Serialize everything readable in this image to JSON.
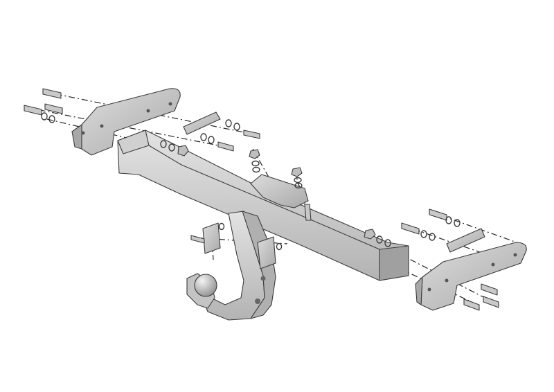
{
  "diagram": {
    "kind": "exploded-assembly",
    "subject": "tow-bar-hitch",
    "labels": [],
    "colors": {
      "background": "#ffffff",
      "metal_light": "#d9d9d9",
      "metal_mid": "#bdbdbd",
      "metal_dark": "#8f8f8f",
      "outline": "#3b3b3b",
      "axis_line": "#222222"
    },
    "parts": [
      {
        "name": "left-mounting-bracket"
      },
      {
        "name": "right-mounting-bracket"
      },
      {
        "name": "cross-beam"
      },
      {
        "name": "tow-ball-neck"
      },
      {
        "name": "center-mounting-plate"
      },
      {
        "name": "left-clamp-plate"
      },
      {
        "name": "right-clamp-plate"
      },
      {
        "name": "socket-bracket"
      }
    ]
  }
}
